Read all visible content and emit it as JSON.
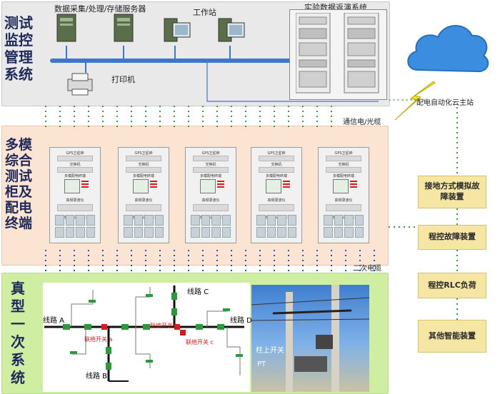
{
  "top": {
    "title": "测试\n监控\n管理\n系统",
    "server_label": "数据采集/处理/存储服务器",
    "workstation_label": "工作站",
    "replay_label": "实验数据返演系统",
    "printer_label": "打印机",
    "cloud_label": "配电自动化云主站"
  },
  "middle": {
    "title": "多模\n综合\n测试\n柜及\n配电\n终端",
    "link_label": "通信电/光缆",
    "cabinet": {
      "gps": "GPS卫星钟",
      "switch": "交换机",
      "terminal": "多模配电终端",
      "recorder": "高频录波仪",
      "auto_port": "自动化设备接口"
    }
  },
  "bottom": {
    "title": "真\n型\n一\n次\n系\n统",
    "cable_label": "二次电缆",
    "line_a": "线路 A",
    "line_b": "线路 B",
    "line_c": "线路 C",
    "line_d": "线路 D",
    "tie_switch_1": "联络开关 a",
    "tie_switch_2": "联络开关 b",
    "tie_switch_3": "联络开关 c",
    "pole_switch": "柱上开关",
    "pt": "PT"
  },
  "side": {
    "items": [
      "接地方式模拟故障装置",
      "程控故障装置",
      "程控RLC负荷",
      "其他智能装置"
    ]
  },
  "colors": {
    "top_band": "#e9e9e9",
    "middle_band": "#fbe4d2",
    "bottom_band": "#cfeea2",
    "accent_blue": "#2f6db5",
    "dotted_green": "#3c9a3c",
    "dotted_blue": "#2f4fb5"
  }
}
